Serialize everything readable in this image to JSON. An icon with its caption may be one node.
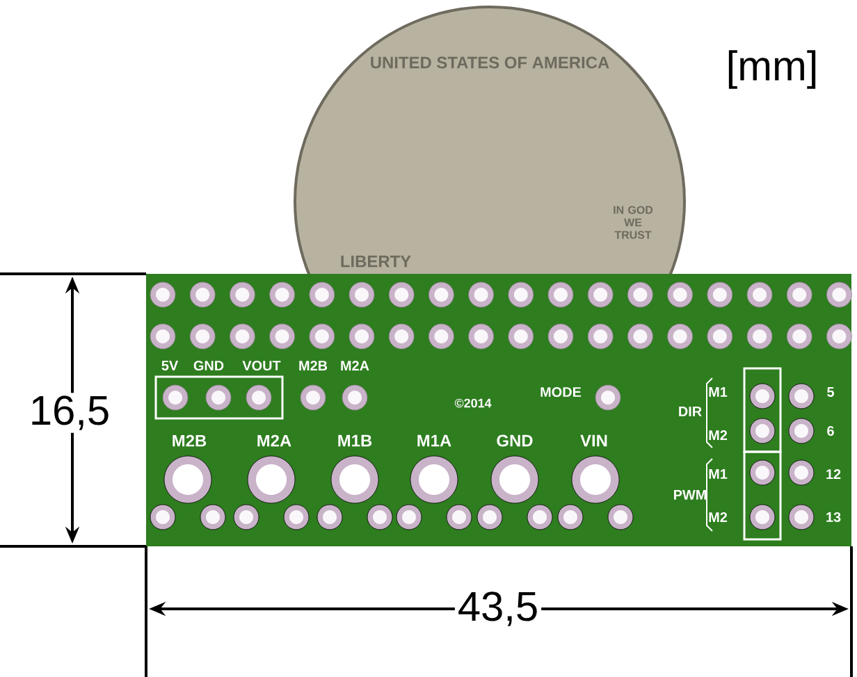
{
  "diagram": {
    "labels": [
      "[mm]",
      "UNITED STATES OF AMERICA",
      "IN GOD WE TRUST",
      "LIBERTY",
      "16,5",
      "5V",
      "GND",
      "VOUT",
      "M2B",
      "M2A",
      "MODE",
      "©2014",
      "M1",
      "DIR",
      "M2",
      "5",
      "6",
      "M1",
      "PWM",
      "M2",
      "12",
      "13",
      "M2B",
      "M2A",
      "M1B",
      "M1A",
      "GND",
      "VIN",
      "43,5"
    ]
  }
}
